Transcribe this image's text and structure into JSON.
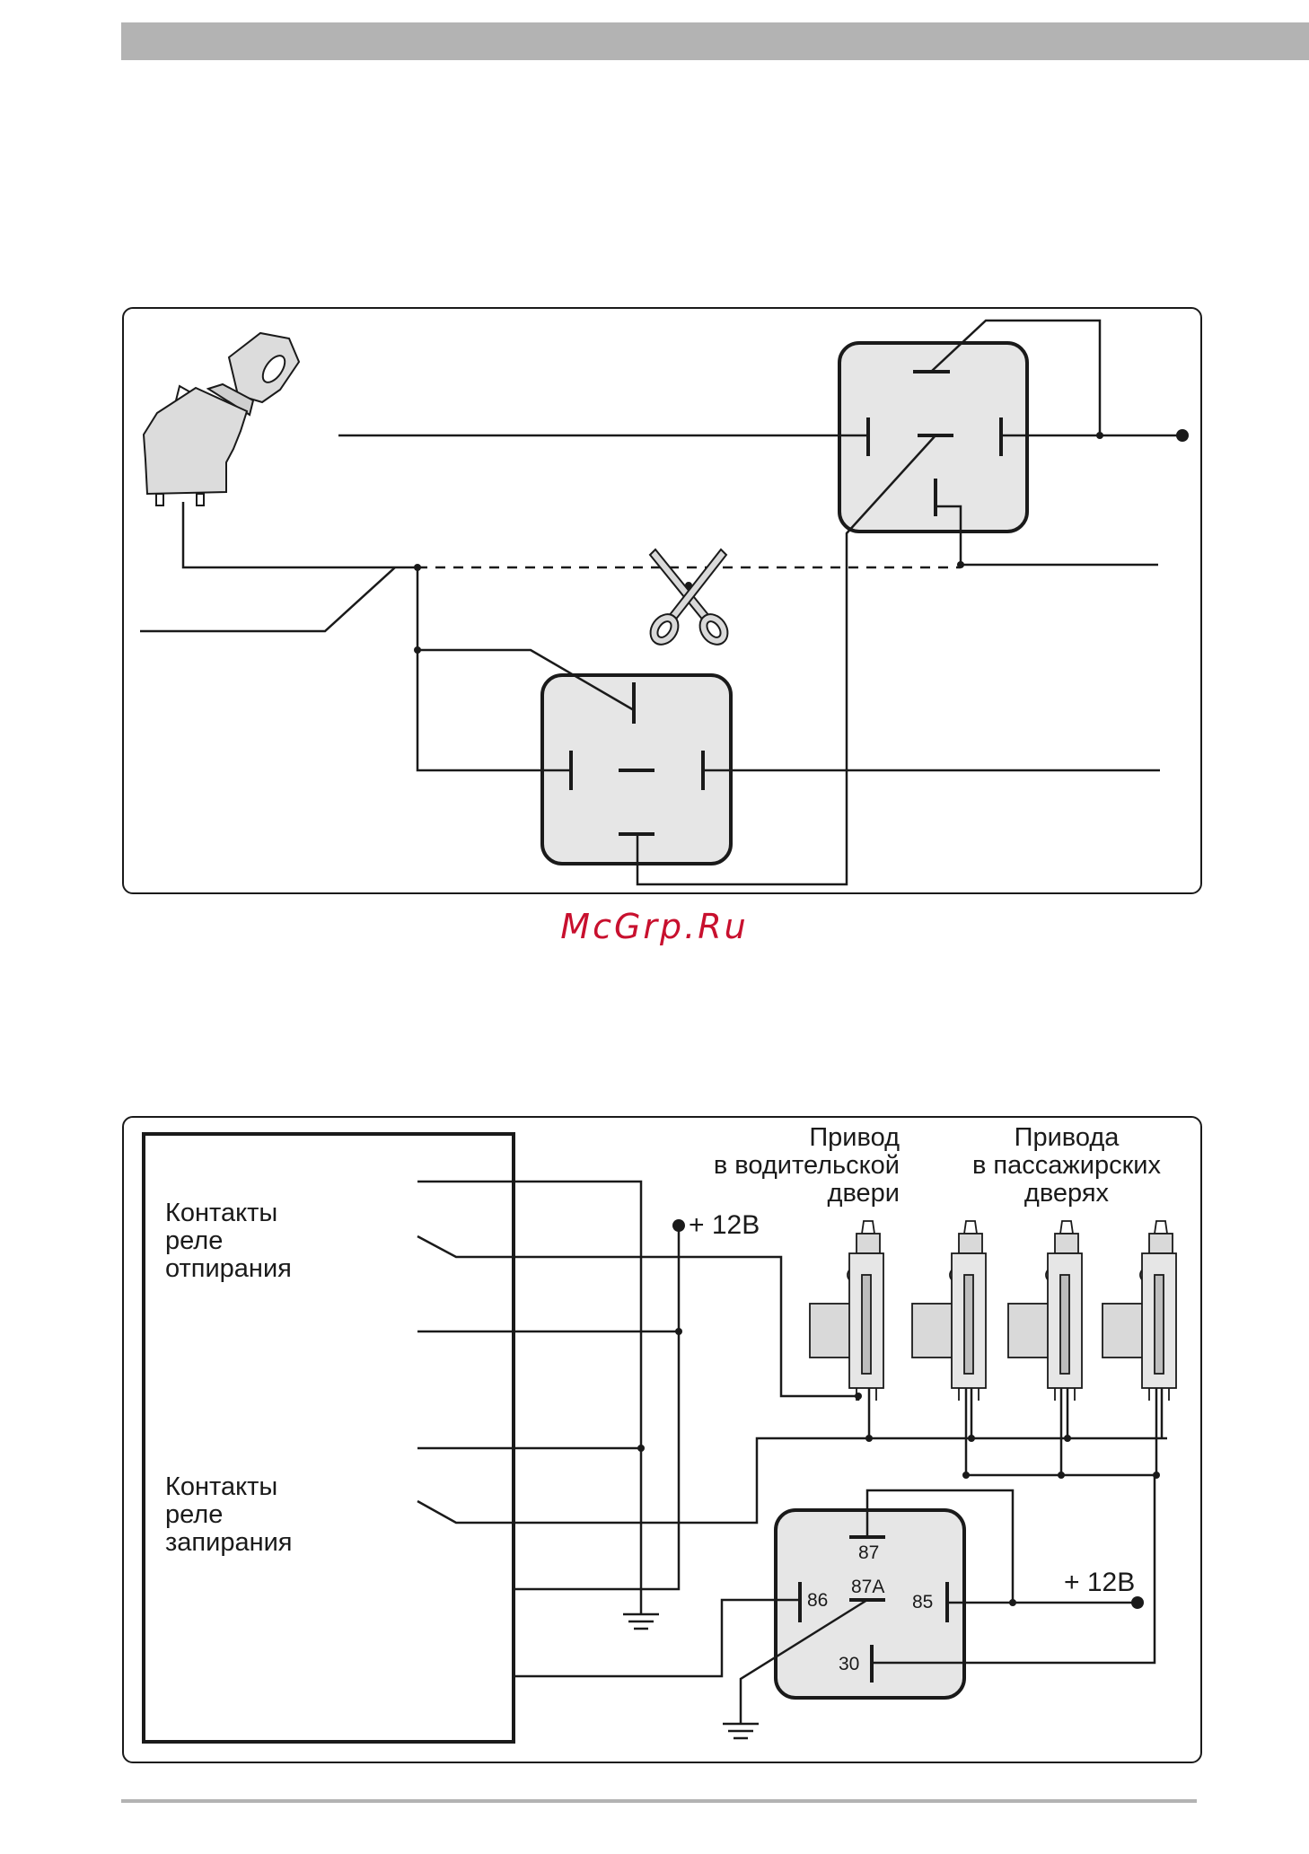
{
  "watermark": "McGrp.Ru",
  "diagram2": {
    "driver_actuator_label": [
      "Привод",
      "в водительской",
      "двери"
    ],
    "passenger_actuators_label": [
      "Привода",
      "в пассажирских",
      "дверях"
    ],
    "unlock_relay_label": [
      "Контакты",
      "реле",
      "отпирания"
    ],
    "lock_relay_label": [
      "Контакты",
      "реле",
      "запирания"
    ],
    "power_top": "+ 12В",
    "power_right": "+ 12В",
    "relay_pins": {
      "p87": "87",
      "p87a": "87A",
      "p86": "86",
      "p85": "85",
      "p30": "30"
    }
  },
  "icons": [
    "ignition-switch-icon",
    "scissors-icon",
    "door-lock-actuator-icon",
    "ground-icon"
  ],
  "colors": {
    "line": "#1a1a1a",
    "relay_fill": "#e6e6e6",
    "part_fill": "#d9d9d9",
    "watermark": "#c8102e",
    "bars": "#b3b3b3"
  }
}
